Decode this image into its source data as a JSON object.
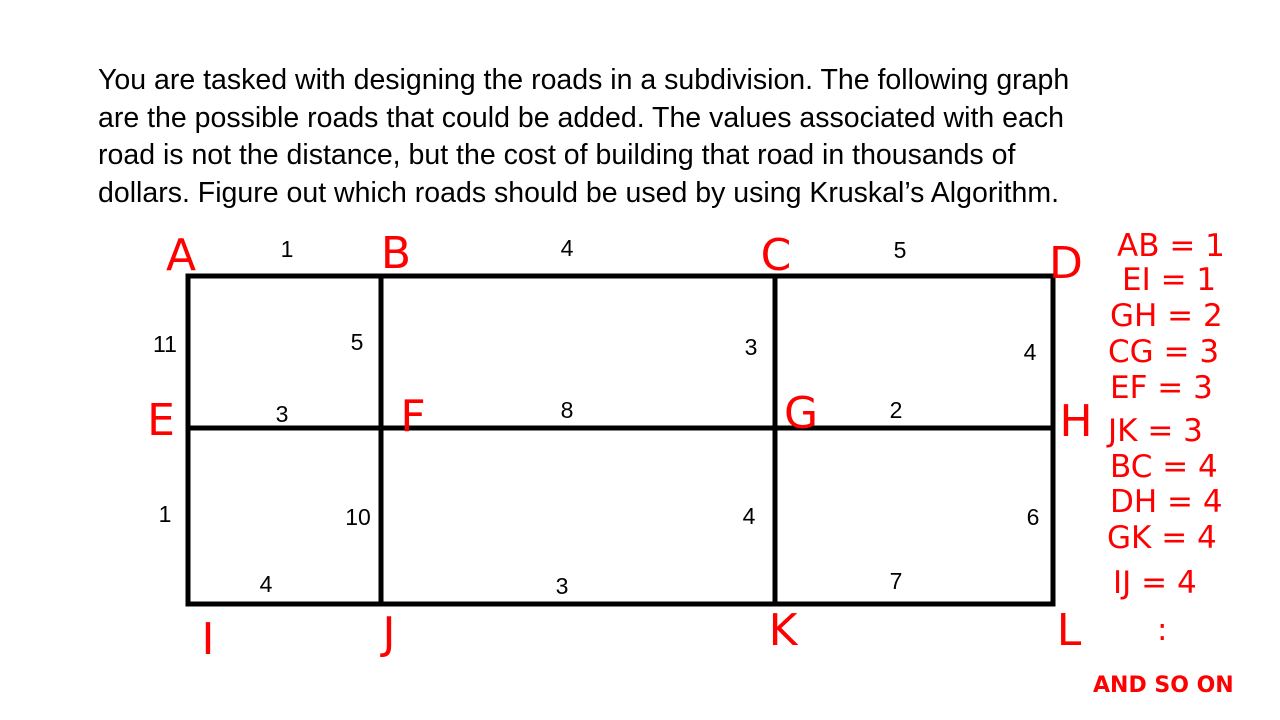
{
  "prompt": {
    "lines": [
      "You are tasked with designing the roads in a subdivision. The following graph",
      "are the possible roads that could be added. The values associated with each",
      "road is not the distance, but the cost of building that road in thousands of",
      "dollars. Figure out which roads should be used by using Kruskal’s Algorithm."
    ]
  },
  "nodes": {
    "A": "A",
    "B": "B",
    "C": "C",
    "D": "D",
    "E": "E",
    "F": "F",
    "G": "G",
    "H": "H",
    "I": "I",
    "J": "J",
    "K": "K",
    "L": "L"
  },
  "edges": {
    "AB": "1",
    "BC": "4",
    "CD": "5",
    "AE": "11",
    "BF": "5",
    "CG": "3",
    "DH": "4",
    "EF": "3",
    "FG": "8",
    "GH": "2",
    "EI": "1",
    "FJ": "10",
    "GK": "4",
    "HL": "6",
    "IJ": "4",
    "JK": "3",
    "KL": "7"
  },
  "handwritten_list": [
    "AB = 1",
    "EI = 1",
    "GH = 2",
    "CG = 3",
    "EF = 3",
    "JK = 3",
    "BC = 4",
    "DH = 4",
    "GK = 4",
    "IJ = 4",
    ":",
    "AND SO ON"
  ],
  "colors": {
    "ink": "#ff0000",
    "edge": "#000000"
  }
}
